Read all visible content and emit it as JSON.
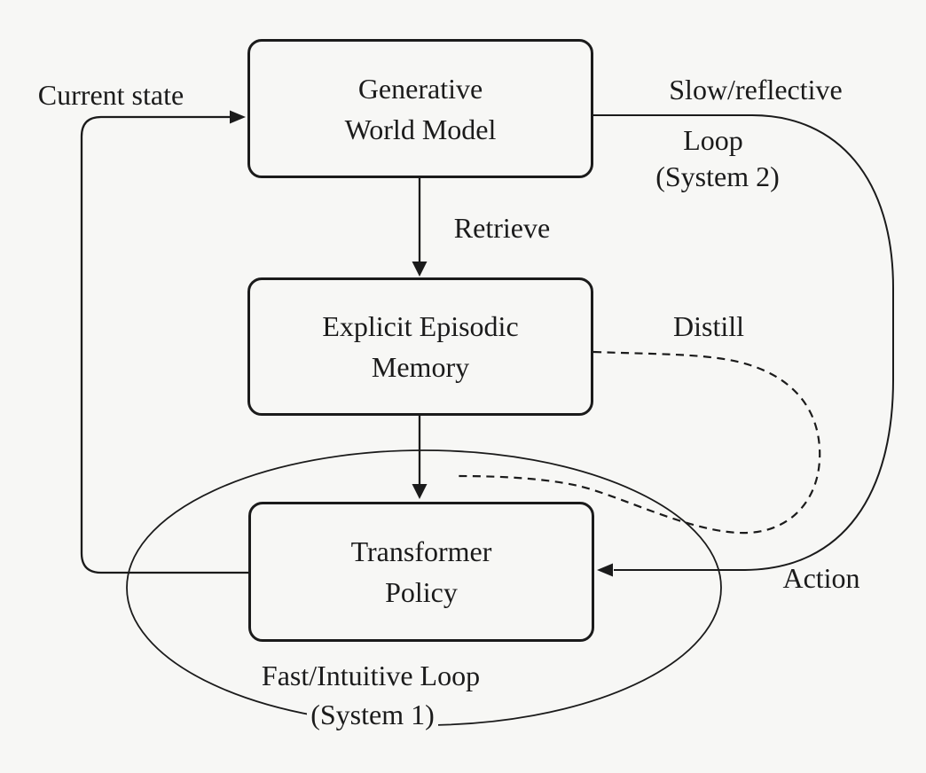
{
  "diagram": {
    "background_color": "#f7f7f5",
    "line_color": "#1b1b1b",
    "text_color": "#1b1b1b",
    "nodes": [
      {
        "id": "generative-world-model",
        "line1": "Generative",
        "line2": "World Model"
      },
      {
        "id": "explicit-episodic-memory",
        "line1": "Explicit Episodic",
        "line2": "Memory"
      },
      {
        "id": "transformer-policy",
        "line1": "Transformer",
        "line2": "Policy"
      }
    ],
    "labels": {
      "current_state": "Current state",
      "slow_reflective": "Slow/reflective",
      "loop": "Loop",
      "system2": "(System 2)",
      "retrieve": "Retrieve",
      "distill": "Distill",
      "action": "Action",
      "fast_intuitive_loop": "Fast/Intuitive Loop",
      "system1": "(System 1)"
    },
    "edges": [
      {
        "from": "Transformer Policy",
        "to": "Generative World Model",
        "label": "Current state",
        "style": "solid-arrow"
      },
      {
        "from": "Generative World Model",
        "to": "Explicit Episodic Memory",
        "label": "Retrieve",
        "style": "solid-arrow"
      },
      {
        "from": "Explicit Episodic Memory",
        "to": "Transformer Policy",
        "label": "",
        "style": "solid-arrow"
      },
      {
        "from": "Generative World Model",
        "to": "Transformer Policy",
        "label": "Slow/reflective Loop (System 2) / Action",
        "style": "solid-arrow"
      },
      {
        "from": "Explicit Episodic Memory",
        "to": "Transformer Policy",
        "label": "Distill",
        "style": "dashed-curve"
      }
    ],
    "loops": [
      {
        "name": "fast-intuitive-system1",
        "label": "Fast/Intuitive Loop (System 1)",
        "shape": "ellipse-around-transformer-policy"
      },
      {
        "name": "slow-reflective-system2",
        "label": "Slow/reflective Loop (System 2)",
        "shape": "right-side-loop"
      }
    ]
  }
}
